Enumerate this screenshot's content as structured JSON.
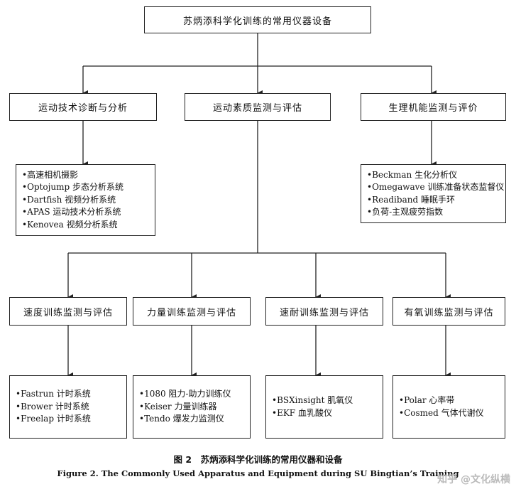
{
  "root": "苏炳添科学化训练的常用仪器设备",
  "level1": [
    "运动技术诊断与分析",
    "运动素质监测与评估",
    "生理机能监测与评价"
  ],
  "level1_lists": {
    "tech": [
      "•高速相机摄影",
      "•Optojump 步态分析系统",
      "•Dartfish 视频分析系统",
      "•APAS 运动技术分析系统",
      "•Kenovea 视频分析系统"
    ],
    "physio": [
      "•Beckman 生化分析仪",
      "•Omegawave 训练准备状态监督仪",
      "•Readiband 睡眠手环",
      "•负荷-主观疲劳指数"
    ]
  },
  "level2": [
    "速度训练监测与评估",
    "力量训练监测与评估",
    "速耐训练监测与评估",
    "有氧训练监测与评估"
  ],
  "level2_lists": [
    [
      "•Fastrun 计时系统",
      "•Brower 计时系统",
      "•Freelap 计时系统"
    ],
    [
      "•1080 阻力-助力训练仪",
      "•Keiser 力量训练器",
      "•Tendo 爆发力监测仪"
    ],
    [
      "•BSXinsight 肌氧仪",
      "•EKF 血乳酸仪"
    ],
    [
      "•Polar 心率带",
      "•Cosmed 气体代谢仪"
    ]
  ],
  "caption_cn": "图 2　苏炳添科学化训练的常用仪器和设备",
  "caption_en": "Figure 2.   The Commonly Used Apparatus and Equipment during SU Bingtian’s Training",
  "watermark": "知乎 @文化纵横"
}
